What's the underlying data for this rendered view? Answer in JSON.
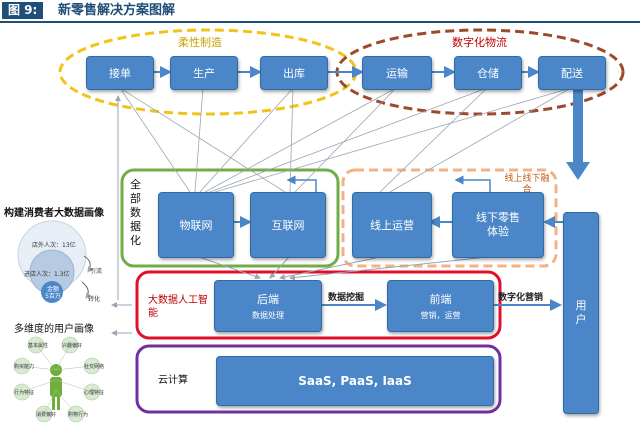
{
  "header": {
    "figure_label": "图 9:",
    "title": "新零售解决方案图解"
  },
  "groups": {
    "flexible_manufacturing": "柔性制造",
    "digital_logistics": "数字化物流",
    "full_digitization": "全部数据化",
    "online_offline": "线上线下融合",
    "big_data_ai": "大数据人工智能",
    "cloud_computing": "云计算"
  },
  "top_flow": [
    "接单",
    "生产",
    "出库",
    "运输",
    "仓储",
    "配送"
  ],
  "middle": {
    "iot": "物联网",
    "internet": "互联网",
    "online_ops": "线上运营",
    "offline_retail": "线下零售体验"
  },
  "backend": {
    "title": "后端",
    "sub": "数据处理"
  },
  "frontend": {
    "title": "前端",
    "sub": "营销，运营"
  },
  "saas": "SaaS, PaaS, IaaS",
  "user": "用户",
  "edges": {
    "data_mining": "数据挖掘",
    "digital_marketing": "数字化营销"
  },
  "left_panel": {
    "big_data_title": "构建消费者大数据画像",
    "circle_outer": "店外人次：13亿",
    "circle_middle": "进店人次：1.3亿",
    "circle_inner": "金额\n5百万",
    "arrow_attract": "引流",
    "arrow_convert": "转化",
    "persona_title": "多维度的用户画像",
    "tags_left": [
      "基本属性",
      "购买能力",
      "行为特征"
    ],
    "tags_right": [
      "兴趣偏好",
      "社交网络",
      "心理特征"
    ],
    "tags_bottom": [
      "消费偏好",
      "购物行为"
    ]
  }
}
